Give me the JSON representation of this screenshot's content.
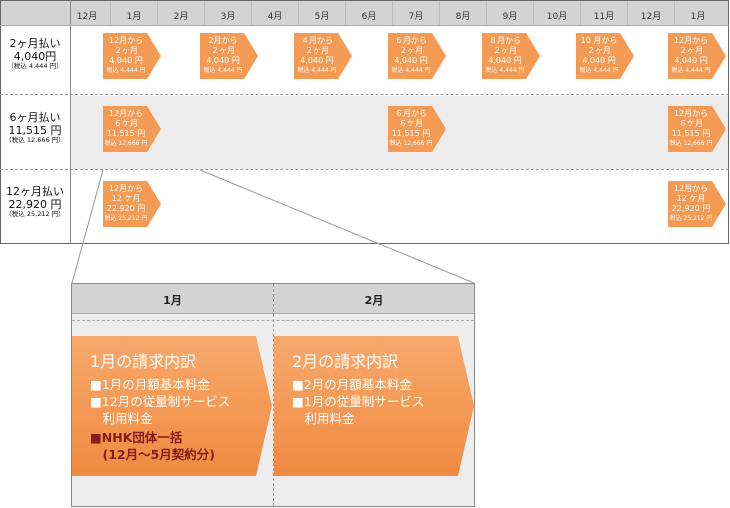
{
  "months": [
    "12月",
    "1月",
    "2月",
    "3月",
    "4月",
    "5月",
    "6月",
    "7月",
    "8月",
    "9月",
    "10月",
    "11月",
    "12月",
    "1月"
  ],
  "rows": [
    {
      "name": "2ヶ月払い",
      "price": "4,040円",
      "tax": "（税込 4,444 円）"
    },
    {
      "name": "6ヶ月払い",
      "price": "11,515 円",
      "tax": "（税込 12,666 円）"
    },
    {
      "name": "12ヶ月払い",
      "price": "22,920 円",
      "tax": "（税込 25,212 円）"
    }
  ],
  "arrows": [
    {
      "l1": "12月から",
      "l2": "２ヶ月",
      "l3": "4,040 円",
      "l4": "税込 4,444 円"
    },
    {
      "l1": "2月から",
      "l2": "２ヶ月",
      "l3": "4,040 円",
      "l4": "税込 4,444 円"
    },
    {
      "l1": "４月から",
      "l2": "２ヶ月",
      "l3": "4,040 円",
      "l4": "税込 4,444 円"
    },
    {
      "l1": "６月から",
      "l2": "２ヶ月",
      "l3": "4,040 円",
      "l4": "税込 4,444 円"
    },
    {
      "l1": "８月から",
      "l2": "２ヶ月",
      "l3": "4,040 円",
      "l4": "税込 4,444 円"
    },
    {
      "l1": "10 月から",
      "l2": "２ヶ月",
      "l3": "4,040 円",
      "l4": "税込 4,444 円"
    },
    {
      "l1": "12月から",
      "l2": "２ヶ月",
      "l3": "4,040 円",
      "l4": "税込 4,444 円"
    },
    {
      "l1": "12月から",
      "l2": "６ケ月",
      "l3": "11,515 円",
      "l4": "税込 12,666 円"
    },
    {
      "l1": "６月から",
      "l2": "６ケ月",
      "l3": "11,515 円",
      "l4": "税込 12,666 円"
    },
    {
      "l1": "12月から",
      "l2": "６ケ月",
      "l3": "11,515 円",
      "l4": "税込 12,666 円"
    },
    {
      "l1": "12月から",
      "l2": "12 ケ月",
      "l3": "22,920 円",
      "l4": "税込 25,212 円"
    },
    {
      "l1": "12月から",
      "l2": "12 ケ月",
      "l3": "22,920 円",
      "l4": "税込 25,212 円"
    }
  ],
  "detail": {
    "jan_header": "1月",
    "feb_header": "2月",
    "jan_title": "1月の請求内訳",
    "jan_items": [
      "■1月の月額基本料金",
      "■12月の従量制サービス",
      "　利用料金"
    ],
    "jan_nhk": [
      "■NHK団体一括",
      "　(12月〜5月契約分)"
    ],
    "feb_title": "2月の請求内訳",
    "feb_items": [
      "■2月の月額基本料金",
      "■1月の従量制サービス",
      "　利用料金"
    ]
  },
  "colors": {
    "arrow": "#f39a55",
    "header": "#d3d3d3",
    "nhk": "#8a1a1a"
  }
}
